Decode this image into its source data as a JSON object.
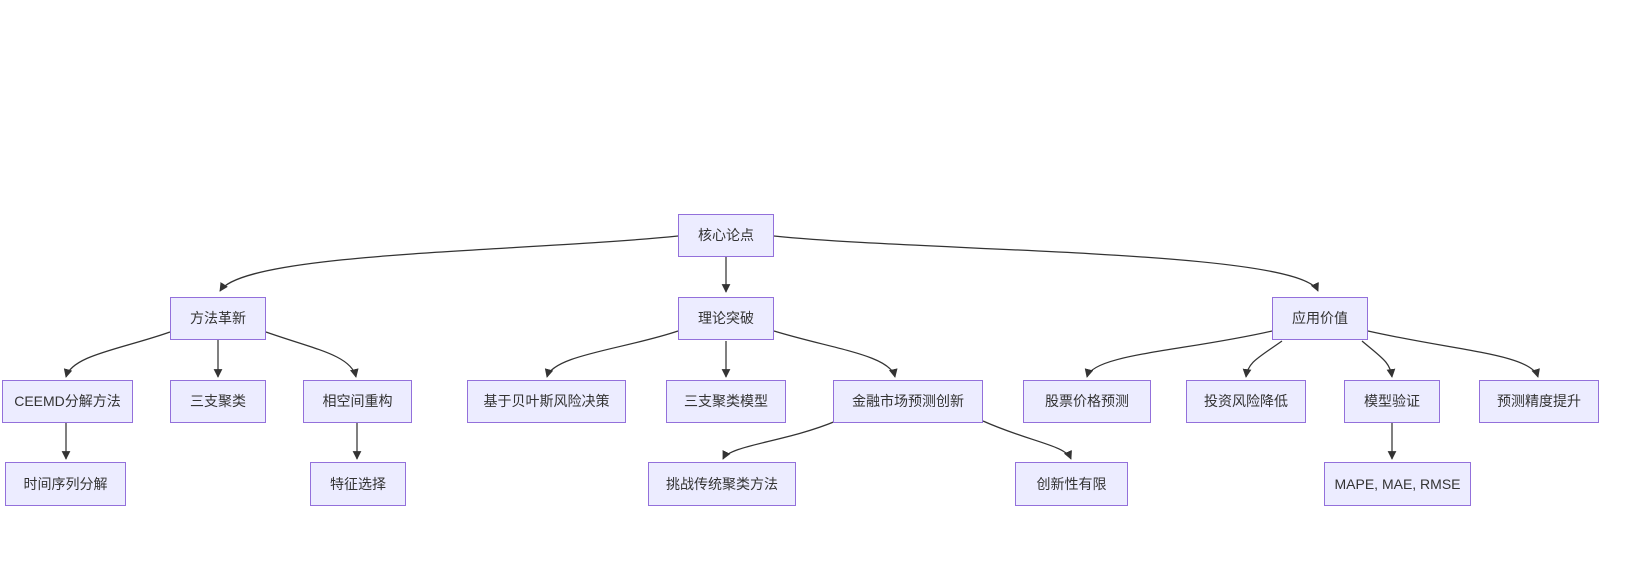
{
  "diagram": {
    "type": "flowchart-top-down",
    "colors": {
      "background": "#ffffff",
      "node_fill": "#ececff",
      "node_border": "#9370db",
      "node_text": "#333333",
      "edge": "#333333"
    },
    "nodes": {
      "core": {
        "label": "核心论点"
      },
      "method": {
        "label": "方法革新"
      },
      "theory": {
        "label": "理论突破"
      },
      "application": {
        "label": "应用价值"
      },
      "ceemd": {
        "label": "CEEMD分解方法"
      },
      "three_way": {
        "label": "三支聚类"
      },
      "phase": {
        "label": "相空间重构"
      },
      "bayes": {
        "label": "基于贝叶斯风险决策"
      },
      "three_way_model": {
        "label": "三支聚类模型"
      },
      "finance": {
        "label": "金融市场预测创新"
      },
      "stock": {
        "label": "股票价格预测"
      },
      "risk": {
        "label": "投资风险降低"
      },
      "validation": {
        "label": "模型验证"
      },
      "accuracy": {
        "label": "预测精度提升"
      },
      "time_series": {
        "label": "时间序列分解"
      },
      "feature": {
        "label": "特征选择"
      },
      "challenge": {
        "label": "挑战传统聚类方法"
      },
      "limited": {
        "label": "创新性有限"
      },
      "metrics": {
        "label": "MAPE, MAE, RMSE"
      }
    },
    "edges": [
      {
        "from": "core",
        "to": "method"
      },
      {
        "from": "core",
        "to": "theory"
      },
      {
        "from": "core",
        "to": "application"
      },
      {
        "from": "method",
        "to": "ceemd"
      },
      {
        "from": "method",
        "to": "three_way"
      },
      {
        "from": "method",
        "to": "phase"
      },
      {
        "from": "theory",
        "to": "bayes"
      },
      {
        "from": "theory",
        "to": "three_way_model"
      },
      {
        "from": "theory",
        "to": "finance"
      },
      {
        "from": "application",
        "to": "stock"
      },
      {
        "from": "application",
        "to": "risk"
      },
      {
        "from": "application",
        "to": "validation"
      },
      {
        "from": "application",
        "to": "accuracy"
      },
      {
        "from": "ceemd",
        "to": "time_series"
      },
      {
        "from": "phase",
        "to": "feature"
      },
      {
        "from": "finance",
        "to": "challenge"
      },
      {
        "from": "finance",
        "to": "limited"
      },
      {
        "from": "validation",
        "to": "metrics"
      }
    ]
  }
}
